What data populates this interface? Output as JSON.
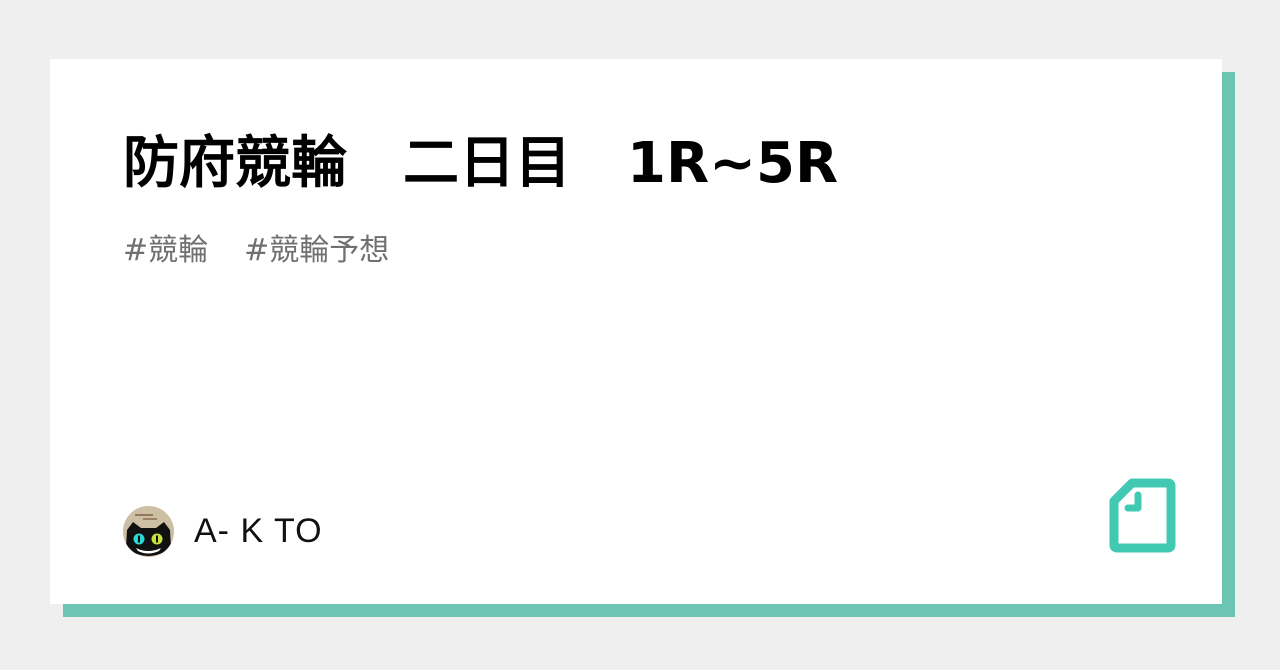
{
  "card": {
    "title": "防府競輪　二日目　1R~5R",
    "tags": [
      {
        "label": "#競輪"
      },
      {
        "label": "#競輪予想"
      }
    ],
    "author": {
      "name": "A- K TO",
      "avatar_icon": "black-cat-avatar-icon"
    },
    "brand_icon": "note-document-icon"
  },
  "colors": {
    "background": "#efefef",
    "card": "#ffffff",
    "accent": "#6cc4b2",
    "icon": "#41c9b4",
    "title": "#000000",
    "tags": "#707070"
  }
}
